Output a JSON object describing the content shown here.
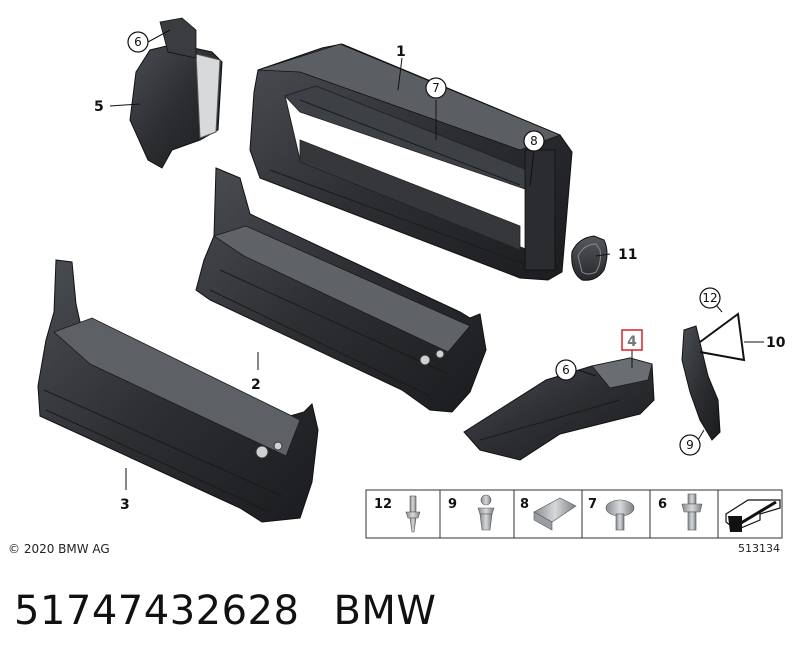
{
  "copyright": "© 2020 BMW AG",
  "diagram_ref": "513134",
  "footer": {
    "part_number": "51747432628",
    "brand": "BMW"
  },
  "callouts": {
    "c1": "1",
    "c2": "2",
    "c3": "3",
    "c4": "4",
    "c5": "5",
    "c6a": "6",
    "c6b": "6",
    "c7": "7",
    "c8": "8",
    "c9": "9",
    "c10": "10",
    "c11": "11",
    "c12": "12"
  },
  "highlight_color": "#d9202a",
  "legend": [
    "12",
    "9",
    "8",
    "7",
    "6"
  ]
}
